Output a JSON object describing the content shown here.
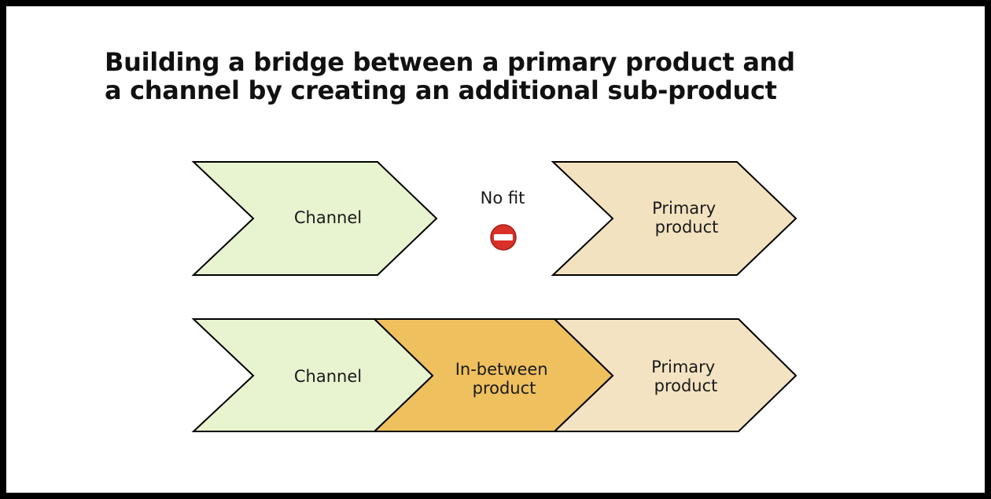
{
  "title": {
    "line1": "Building a bridge between a primary product and",
    "line2": "a channel by creating an additional sub-product"
  },
  "top_row": {
    "channel": {
      "lines": [
        "Channel"
      ]
    },
    "no_fit_label": "No fit",
    "primary": {
      "lines": [
        "Primary",
        "product"
      ]
    }
  },
  "bottom_row": {
    "channel": {
      "lines": [
        "Channel"
      ]
    },
    "in_between": {
      "lines": [
        "In-between",
        "product"
      ]
    },
    "primary": {
      "lines": [
        "Primary",
        "product"
      ]
    }
  },
  "colors": {
    "channel_fill": "#e8f3d0",
    "in_between_fill": "#eec05e",
    "primary_top_fill": "#f3e2bf",
    "primary_bottom_fill": "#f4e3c2",
    "outline": "#000000",
    "no_entry_red": "#d9302a"
  },
  "icons": {
    "no_fit_icon": "no-entry-icon"
  }
}
